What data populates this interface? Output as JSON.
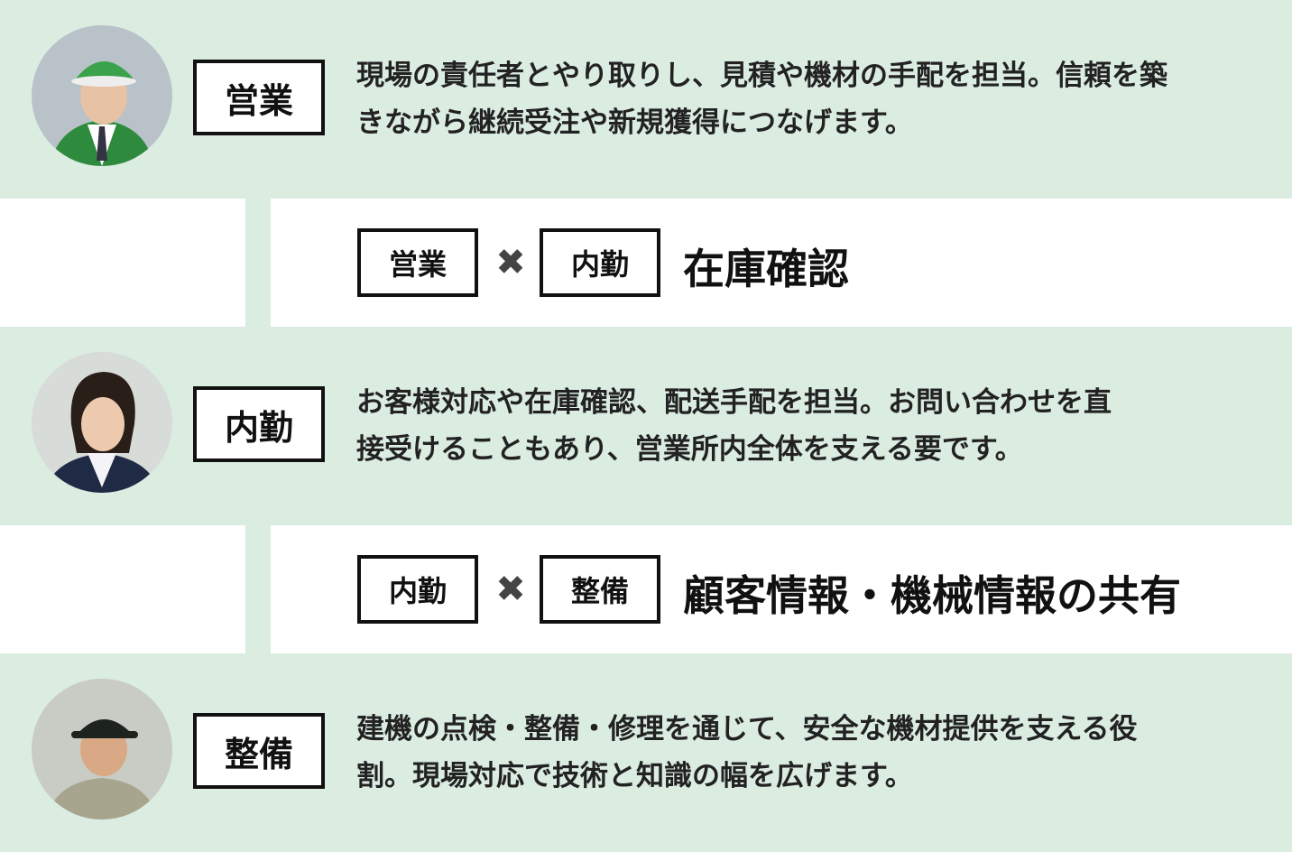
{
  "roles": [
    {
      "label": "営業",
      "desc_lines": [
        "現場の責任者とやり取りし、見積や機材の手配を担当。信頼を築",
        "きながら継続受注や新規獲得につなげます。"
      ]
    },
    {
      "label": "内勤",
      "desc_lines": [
        "お客様対応や在庫確認、配送手配を担当。お問い合わせを直",
        "接受けることもあり、営業所内全体を支える要です。"
      ]
    },
    {
      "label": "整備",
      "desc_lines": [
        "建機の点検・整備・修理を通じて、安全な機材提供を支える役",
        "割。現場対応で技術と知識の幅を広げます。"
      ]
    }
  ],
  "links": [
    {
      "a": "営業",
      "b": "内勤",
      "times": "✖",
      "title": "在庫確認"
    },
    {
      "a": "内勤",
      "b": "整備",
      "times": "✖",
      "title": "顧客情報・機械情報の共有"
    }
  ],
  "colors": {
    "band": "#dbece1",
    "white": "#ffffff",
    "border": "#111111"
  }
}
